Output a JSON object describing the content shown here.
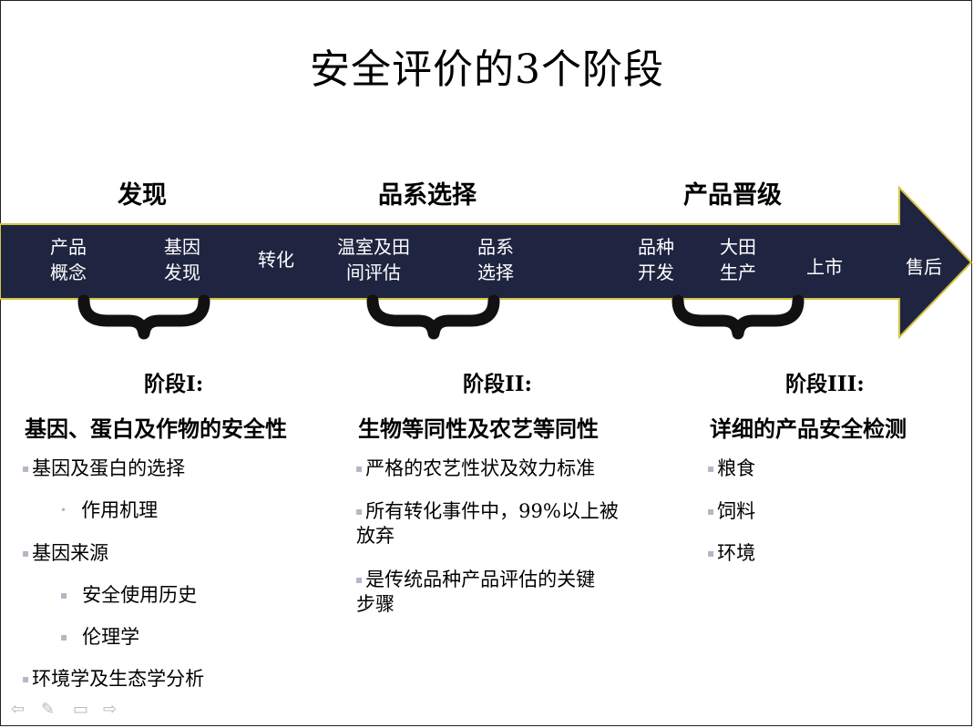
{
  "title": "安全评价的3个阶段",
  "phases": [
    "发现",
    "品系选择",
    "产品晋级"
  ],
  "steps": [
    [
      "产品",
      "概念"
    ],
    [
      "基因",
      "发现"
    ],
    [
      "转化"
    ],
    [
      "温室及田",
      "间评估"
    ],
    [
      "品系",
      "选择"
    ],
    [
      "品种",
      "开发"
    ],
    [
      "大田",
      "生产"
    ],
    [
      "上市"
    ],
    [
      "售后"
    ]
  ],
  "stages": [
    {
      "label": "阶段I:",
      "heading": "基因、蛋白及作物的安全性",
      "items": [
        "基因及蛋白的选择",
        "作用机理",
        "基因来源",
        "安全使用历史",
        "伦理学",
        "环境学及生态学分析"
      ]
    },
    {
      "label": "阶段II:",
      "heading": "生物等同性及农艺等同性",
      "items": [
        "严格的农艺性状及效力标准",
        "所有转化事件中，99%以上被",
        "放弃",
        "是传统品种产品评估的关键",
        "步骤"
      ]
    },
    {
      "label": "阶段III:",
      "heading": "详细的产品安全检测",
      "items": [
        "粮食",
        "饲料",
        "环境"
      ]
    }
  ],
  "colors": {
    "arrow_fill": "#1f2541",
    "arrow_outline": "#d4c441",
    "brace": "#111111",
    "step_text": "#ffffff"
  },
  "icons": [
    "prev-arrow-icon",
    "pen-icon",
    "menu-icon",
    "next-arrow-icon"
  ]
}
